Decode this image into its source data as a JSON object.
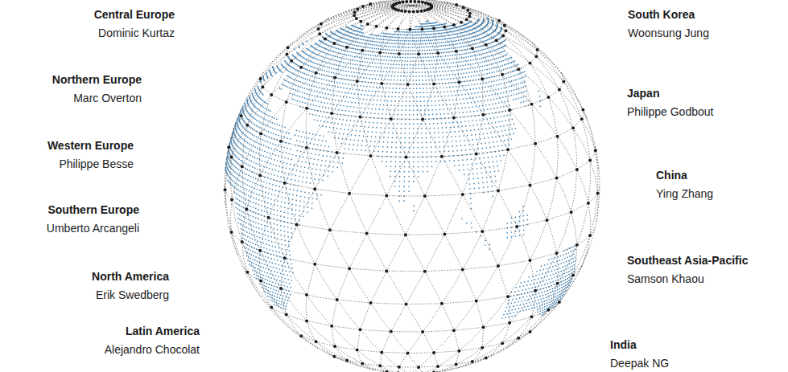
{
  "diagram": {
    "labels": [
      "Central Europe",
      "Dominic Kurtaz",
      "Northern Europe",
      "Marc Overton",
      "Western Europe",
      "Philippe Besse",
      "Southern Europe",
      "Umberto Arcangeli",
      "North America",
      "Erik Swedberg",
      "Latin America",
      "Alejandro Chocolat",
      "South Korea",
      "Woonsung Jung",
      "Japan",
      "Philippe Godbout",
      "China",
      "Ying Zhang",
      "Southeast Asia-Pacific",
      "Samson Khaou",
      "India",
      "Deepak NG"
    ]
  }
}
